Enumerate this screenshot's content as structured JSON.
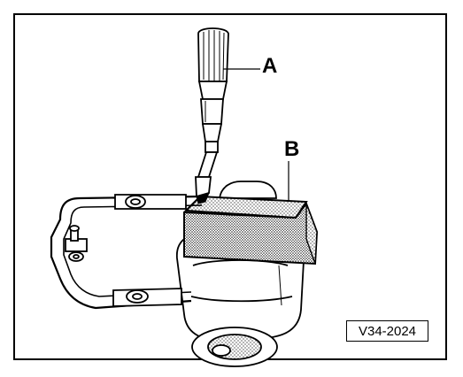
{
  "figure": {
    "callouts": {
      "a": "A",
      "b": "B"
    },
    "reference_code": "V34-2024"
  }
}
